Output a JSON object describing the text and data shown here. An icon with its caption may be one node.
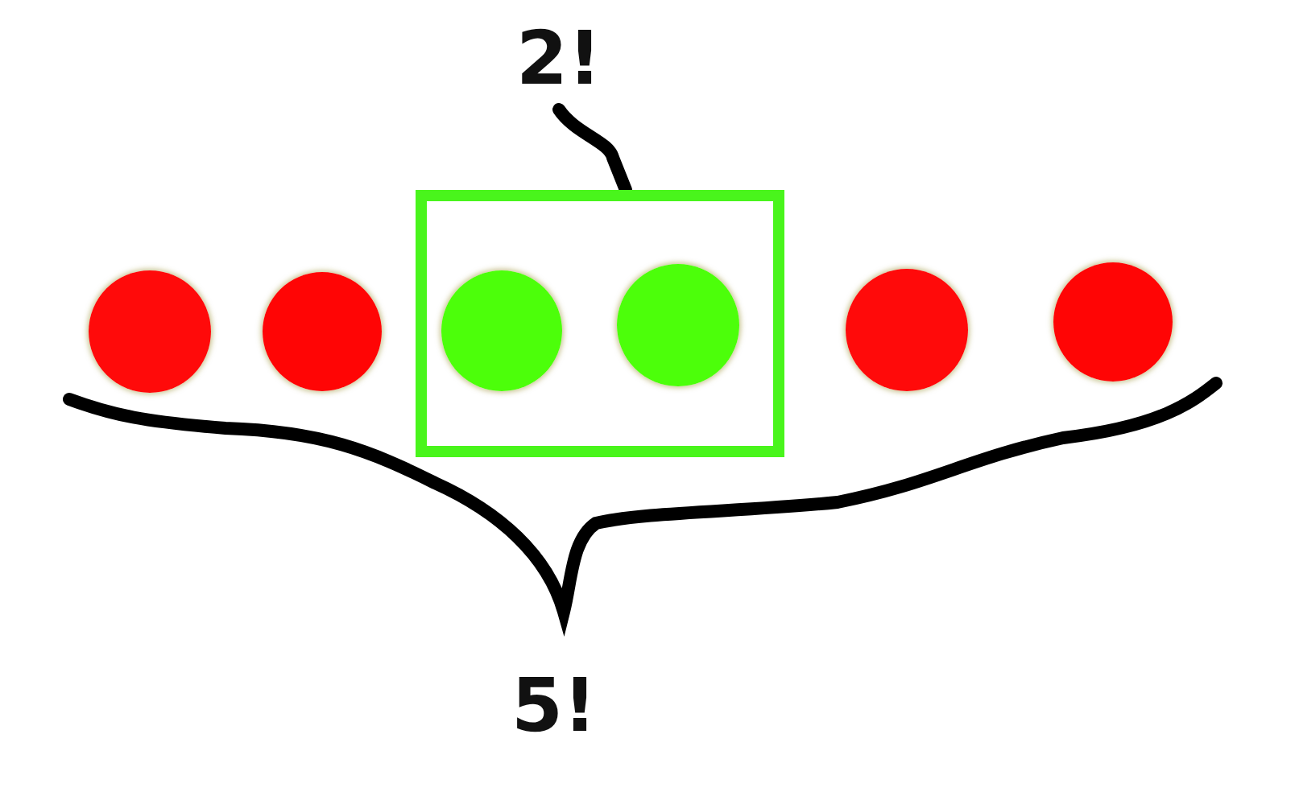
{
  "diagram": {
    "nodes": [
      {
        "text": [
          "2!"
        ]
      },
      {
        "text": [],
        "shape": "circle"
      },
      {
        "text": [],
        "shape": "circle"
      },
      {
        "text": [],
        "shape": "box"
      },
      {
        "text": [],
        "shape": "circle",
        "in": 3
      },
      {
        "text": [],
        "shape": "circle",
        "in": 3
      },
      {
        "text": [],
        "shape": "circle"
      },
      {
        "text": [],
        "shape": "circle"
      }
    ],
    "edges": [
      {
        "from": 0,
        "to": 3,
        "arrow": "none"
      }
    ],
    "labels": [
      "5!"
    ]
  }
}
